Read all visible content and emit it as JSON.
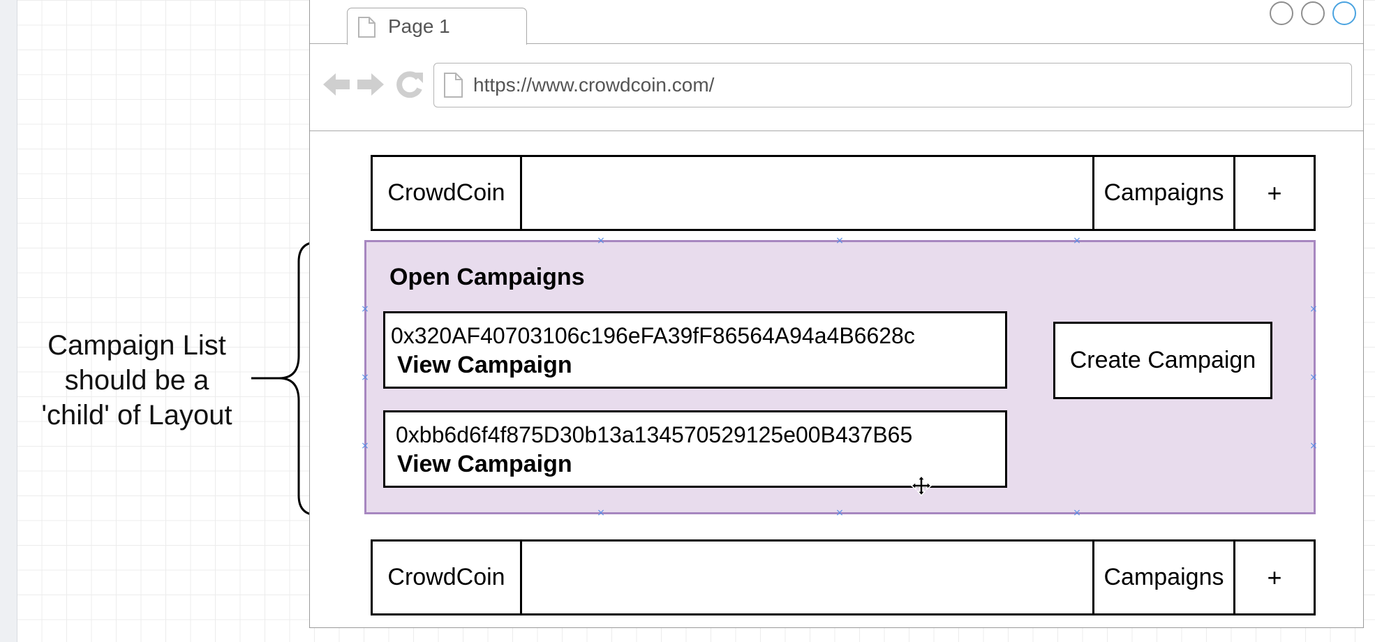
{
  "annotation": {
    "lines": [
      "Campaign List",
      "should be a",
      "'child' of Layout"
    ]
  },
  "browser": {
    "tab_label": "Page 1",
    "url": "https://www.crowdcoin.com/",
    "icons": [
      "page-icon",
      "back-arrow-icon",
      "forward-arrow-icon",
      "refresh-icon"
    ]
  },
  "header": {
    "brand": "CrowdCoin",
    "campaigns": "Campaigns",
    "plus": "+"
  },
  "main": {
    "heading": "Open Campaigns",
    "campaigns": [
      {
        "address": "0x320AF40703106c196eFA39fF86564A94a4B6628c",
        "link": "View Campaign"
      },
      {
        "address": "0xbb6d6f4f875D30b13a134570529125e00B437B65",
        "link": "View Campaign"
      }
    ],
    "create_button": "Create Campaign"
  },
  "footer": {
    "brand": "CrowdCoin",
    "campaigns": "Campaigns",
    "plus": "+"
  },
  "colors": {
    "content_fill": "#e8dced",
    "content_border": "#a787c0",
    "selection_handle": "#5b8fe6",
    "active_window_circle": "#4aa3e0"
  }
}
